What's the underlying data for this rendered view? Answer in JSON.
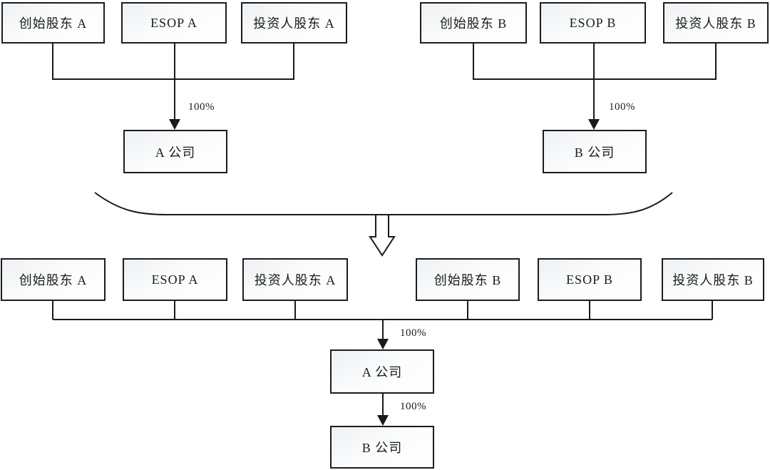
{
  "diagram_title": "merger-structure-diagram",
  "colors": {
    "line": "#1a1a1a",
    "box_border": "#1c1c1c",
    "box_fill_top": "#eef1f4",
    "box_fill_bottom": "#ffffff",
    "text": "#1a1a1a",
    "background": "#ffffff"
  },
  "pre_merger": {
    "group_a": {
      "shareholders": [
        "创始股东 A",
        "ESOP A",
        "投资人股东 A"
      ],
      "company": "A 公司",
      "ownership_label": "100%"
    },
    "group_b": {
      "shareholders": [
        "创始股东 B",
        "ESOP B",
        "投资人股东 B"
      ],
      "company": "B 公司",
      "ownership_label": "100%"
    }
  },
  "post_merger": {
    "shareholders": [
      "创始股东 A",
      "ESOP A",
      "投资人股东 A",
      "创始股东 B",
      "ESOP B",
      "投资人股东 B"
    ],
    "company_a": "A 公司",
    "company_b": "B 公司",
    "ownership_label_a": "100%",
    "ownership_label_b": "100%"
  }
}
